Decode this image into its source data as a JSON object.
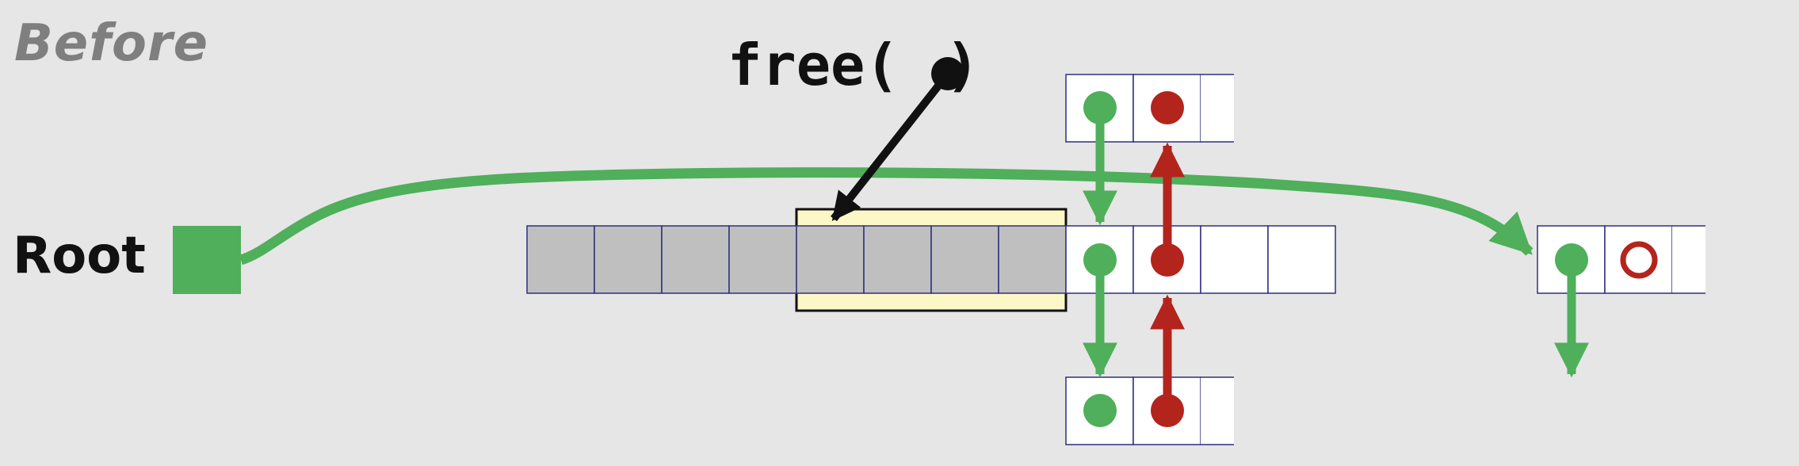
{
  "labels": {
    "before": "Before",
    "root": "Root",
    "free_call": "free(",
    "free_close": ")"
  },
  "colors": {
    "background": "#e6e6e6",
    "allocated_block": "#bfbfbf",
    "free_highlight": "#fbf7c7",
    "green_pointer": "#4faf5a",
    "red_pointer": "#b3241c",
    "cell_border": "#2f2f7f",
    "cell_fill": "#ffffff"
  },
  "memory_row": {
    "allocated_cells": 8,
    "free_highlight_cells": 4,
    "header_cells": 2,
    "payload_cells": 2
  },
  "icons": [
    "root-square-icon",
    "filled-circle-pointer-icon",
    "hollow-circle-pointer-icon",
    "arrow-head-icon"
  ]
}
